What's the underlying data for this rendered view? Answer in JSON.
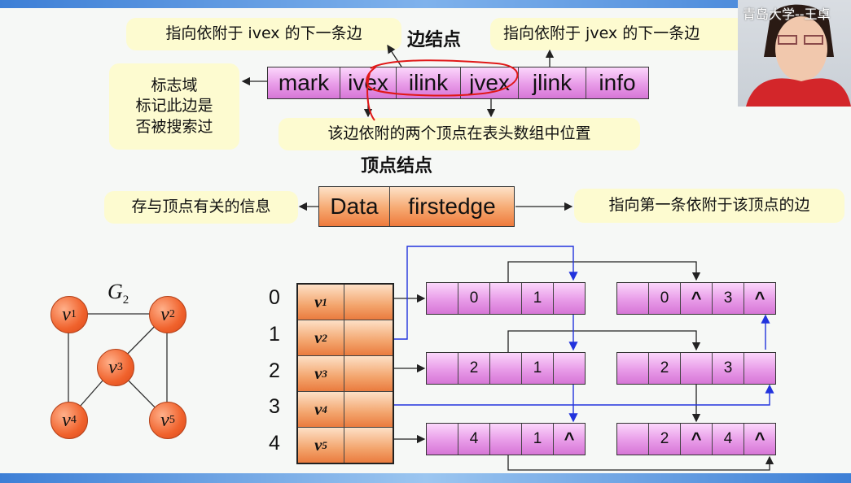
{
  "edge_node": {
    "title": "边结点",
    "fields": [
      "mark",
      "ivex",
      "ilink",
      "jvex",
      "jlink",
      "info"
    ],
    "notes": {
      "ilink_note": "指向依附于 ivex 的下一条边",
      "jlink_note": "指向依附于 jvex 的下一条边",
      "mark_note_lines": [
        "标志域",
        "标记此边是",
        "否被搜索过"
      ],
      "vex_note": "该边依附的两个顶点在表头数组中位置"
    }
  },
  "vertex_node": {
    "title": "顶点结点",
    "fields": [
      "Data",
      "firstedge"
    ],
    "data_note": "存与顶点有关的信息",
    "firstedge_note": "指向第一条依附于该顶点的边"
  },
  "graph": {
    "label": "G",
    "label_sub": "2",
    "vertices": [
      {
        "name": "v",
        "sub": "1"
      },
      {
        "name": "v",
        "sub": "2"
      },
      {
        "name": "v",
        "sub": "3"
      },
      {
        "name": "v",
        "sub": "4"
      },
      {
        "name": "v",
        "sub": "5"
      }
    ]
  },
  "head_table": {
    "indices": [
      "0",
      "1",
      "2",
      "3",
      "4"
    ],
    "rows": [
      {
        "name": "v",
        "sub": "1"
      },
      {
        "name": "v",
        "sub": "2"
      },
      {
        "name": "v",
        "sub": "3"
      },
      {
        "name": "v",
        "sub": "4"
      },
      {
        "name": "v",
        "sub": "5"
      }
    ]
  },
  "edge_nodes": [
    {
      "fields": [
        "",
        "0",
        "",
        "1",
        ""
      ]
    },
    {
      "fields": [
        "",
        "0",
        "^",
        "3",
        "^"
      ]
    },
    {
      "fields": [
        "",
        "2",
        "",
        "1",
        ""
      ]
    },
    {
      "fields": [
        "",
        "",
        "2",
        "",
        "3",
        ""
      ]
    },
    {
      "fields": [
        "",
        "4",
        "",
        "1",
        "^"
      ]
    },
    {
      "fields": [
        "",
        "2",
        "^",
        "4",
        "^"
      ]
    }
  ],
  "watermark": "青岛大学--王卓",
  "colors": {
    "edge_fill": "#e89be8",
    "vertex_fill": "#f3a46c",
    "note_bg": "#fdfbd0",
    "blue_arrow": "#2233dd"
  }
}
